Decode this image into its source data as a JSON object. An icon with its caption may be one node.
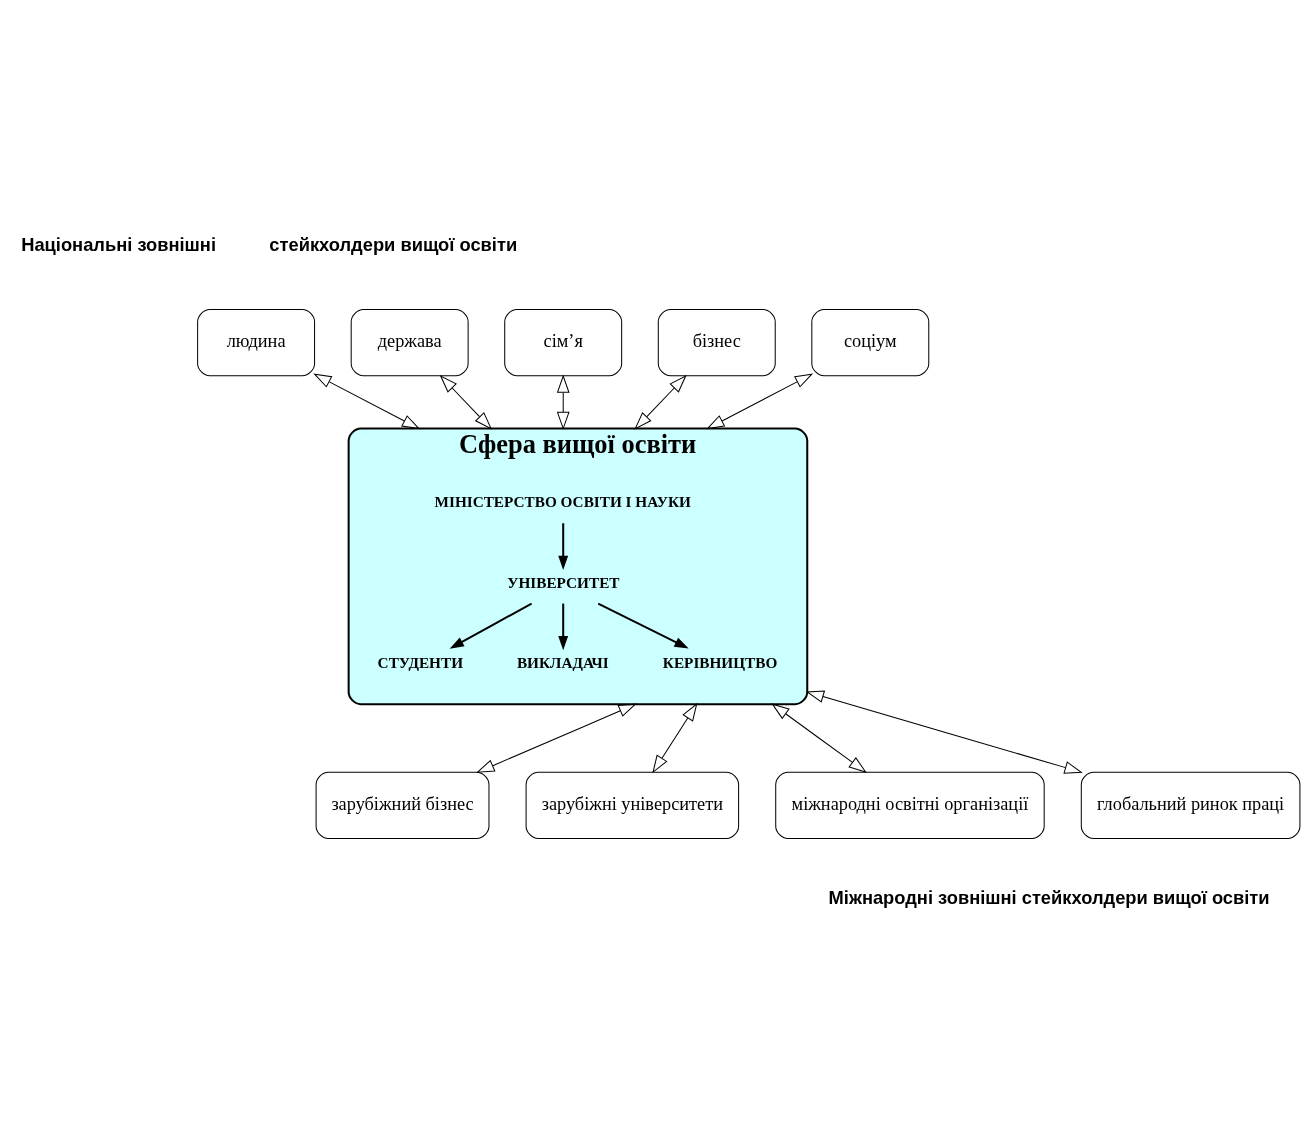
{
  "diagram": {
    "nodes": [
      {
        "text": [
          "Сфера вищої освіти"
        ]
      },
      {
        "text": [
          "МІНІСТЕРСТВО ОСВІТИ І НАУКИ"
        ],
        "in": 0
      },
      {
        "text": [
          "УНІВЕРСИТЕТ"
        ],
        "in": 0
      },
      {
        "text": [
          "СТУДЕНТИ"
        ],
        "in": 0
      },
      {
        "text": [
          "ВИКЛАДАЧІ"
        ],
        "in": 0
      },
      {
        "text": [
          "КЕРІВНИЦТВО"
        ],
        "in": 0
      },
      {
        "text": [
          "людина"
        ]
      },
      {
        "text": [
          "держава"
        ]
      },
      {
        "text": [
          "сім’я"
        ]
      },
      {
        "text": [
          "бізнес"
        ]
      },
      {
        "text": [
          "соціум"
        ]
      },
      {
        "text": [
          "зарубіжний бізнес"
        ]
      },
      {
        "text": [
          "зарубіжні університети"
        ]
      },
      {
        "text": [
          "міжнародні освітні організації"
        ]
      },
      {
        "text": [
          "глобальний ринок праці"
        ]
      }
    ],
    "edges": [
      {
        "from": 1,
        "to": 2,
        "arrow": "to"
      },
      {
        "from": 2,
        "to": 3,
        "arrow": "to"
      },
      {
        "from": 2,
        "to": 4,
        "arrow": "to"
      },
      {
        "from": 2,
        "to": 5,
        "arrow": "to"
      },
      {
        "from": 7,
        "to": 0,
        "arrow": "both"
      },
      {
        "from": 6,
        "to": 0,
        "arrow": "both"
      },
      {
        "from": 8,
        "to": 0,
        "arrow": "both"
      },
      {
        "from": 9,
        "to": 0,
        "arrow": "both"
      },
      {
        "from": 10,
        "to": 0,
        "arrow": "both"
      },
      {
        "from": 0,
        "to": 11,
        "arrow": "both"
      },
      {
        "from": 0,
        "to": 12,
        "arrow": "both"
      },
      {
        "from": 0,
        "to": 13,
        "arrow": "both"
      },
      {
        "from": 0,
        "to": 14,
        "arrow": "both"
      }
    ],
    "labels": [
      "Національні зовнішні",
      "стейкхолдери вищої освіти",
      "Міжнародні зовнішні стейкхолдери вищої освіти"
    ]
  }
}
